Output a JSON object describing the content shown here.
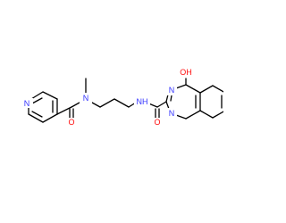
{
  "molecule": {
    "colors": {
      "bond": "#000000",
      "N": "#3333ff",
      "O": "#ff0d0d",
      "background": "#ffffff"
    },
    "atoms": {
      "n_pyridine": "N",
      "o_amide1": "O",
      "n_methyl": "N",
      "n_amide2": "NH",
      "o_amide2": "O",
      "oh_group": "OH",
      "n_quin3": "N",
      "n_quin1": "N"
    }
  }
}
